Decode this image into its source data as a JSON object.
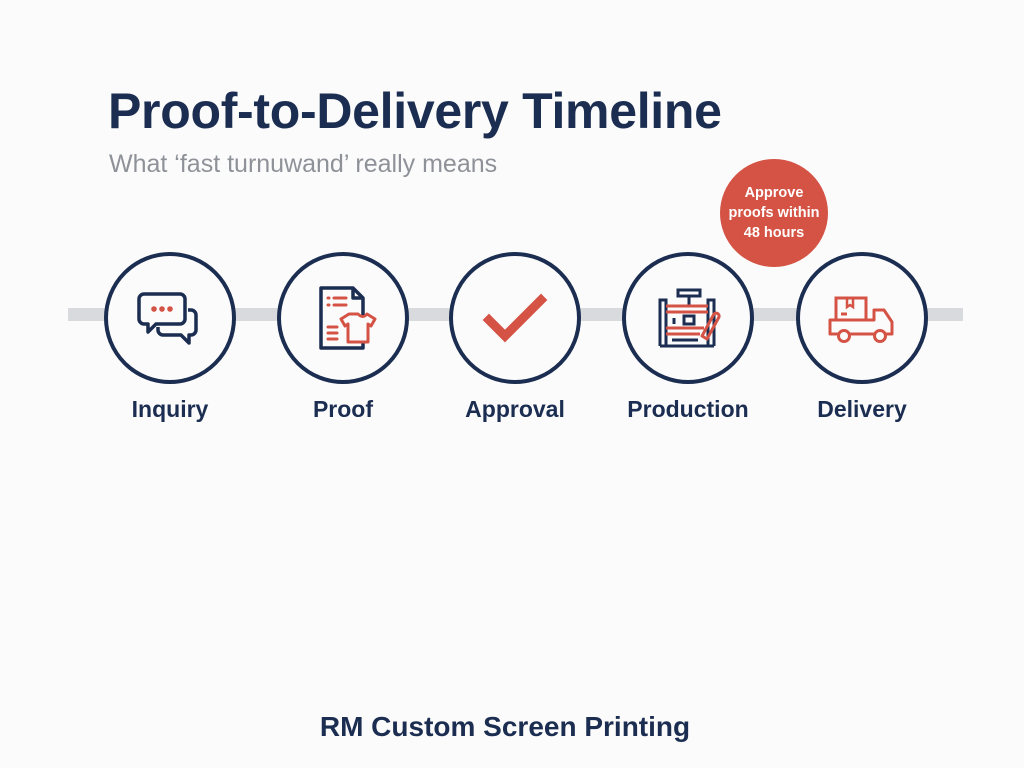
{
  "header": {
    "title": "Proof-to-Delivery Timeline",
    "subtitle": "What ‘fast turnuwand’ really means"
  },
  "callout": {
    "lines": [
      "Approve",
      "proofs within",
      "48 hours"
    ],
    "color": "#d45344"
  },
  "timeline": {
    "steps": [
      {
        "label": "Inquiry",
        "icon": "chat-bubbles-icon"
      },
      {
        "label": "Proof",
        "icon": "document-shirt-icon"
      },
      {
        "label": "Approval",
        "icon": "checkmark-icon"
      },
      {
        "label": "Production",
        "icon": "screen-press-icon"
      },
      {
        "label": "Delivery",
        "icon": "delivery-truck-icon"
      }
    ]
  },
  "footer": {
    "brand": "RM Custom Screen Printing"
  },
  "colors": {
    "navy": "#1b2d50",
    "accent": "#d45344",
    "track": "#d9dadd",
    "subtitle": "#8e9298"
  }
}
